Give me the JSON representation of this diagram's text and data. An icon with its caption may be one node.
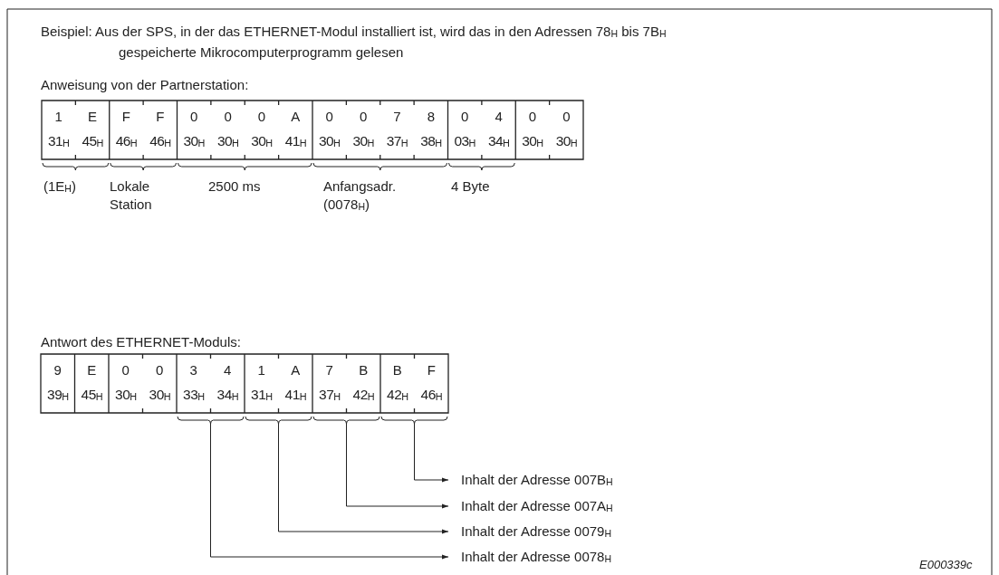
{
  "diagram": {
    "nodes": [
      {
        "text": [
          "Inhalt der Adresse 007B$_{H}$"
        ]
      },
      {
        "text": [
          "Inhalt der Adresse 007A$_{H}$"
        ]
      },
      {
        "text": [
          "Inhalt der Adresse 0079$_{H}$"
        ]
      },
      {
        "text": [
          "Inhalt der Adresse 0078$_{H}$"
        ]
      }
    ],
    "edges": [
      {
        "from": null,
        "to": 0,
        "arrow": "to"
      },
      {
        "from": null,
        "to": 1,
        "arrow": "to"
      },
      {
        "from": null,
        "to": 2,
        "arrow": "to"
      },
      {
        "from": null,
        "to": 3,
        "arrow": "to"
      }
    ],
    "labels": [
      "Beispiel: Aus der SPS, in der das ETHERNET-Modul installiert ist, wird das in den Adressen 78$_{H}$ bis 7B$_{H}$ gespeicherte Mikrocomputerprogramm gelesen",
      "Anweisung von der Partnerstation:",
      "1",
      "E",
      "F",
      "F",
      "0",
      "0",
      "0",
      "A",
      "0",
      "0",
      "7",
      "8",
      "0",
      "4",
      "0",
      "0",
      "31$_{H}$",
      "45$_{H}$",
      "46$_{H}$",
      "46$_{H}$",
      "30$_{H}$",
      "30$_{H}$",
      "30$_{H}$",
      "41$_{H}$",
      "30$_{H}$",
      "30$_{H}$",
      "37$_{H}$",
      "38$_{H}$",
      "03$_{H}$",
      "34$_{H}$",
      "30$_{H}$",
      "30$_{H}$",
      "(1E$_{H}$)",
      "Lokale Station",
      "2500 ms",
      "Anfangsadr. (0078$_{H}$)",
      "4 Byte",
      "Antwort des ETHERNET-Moduls:",
      "9",
      "E",
      "0",
      "0",
      "3",
      "4",
      "1",
      "A",
      "7",
      "B",
      "B",
      "F",
      "39$_{H}$",
      "45$_{H}$",
      "30$_{H}$",
      "30$_{H}$",
      "33$_{H}$",
      "34$_{H}$",
      "31$_{H}$",
      "41$_{H}$",
      "37$_{H}$",
      "42$_{H}$",
      "42$_{H}$",
      "46$_{H}$",
      "E000339c"
    ]
  }
}
